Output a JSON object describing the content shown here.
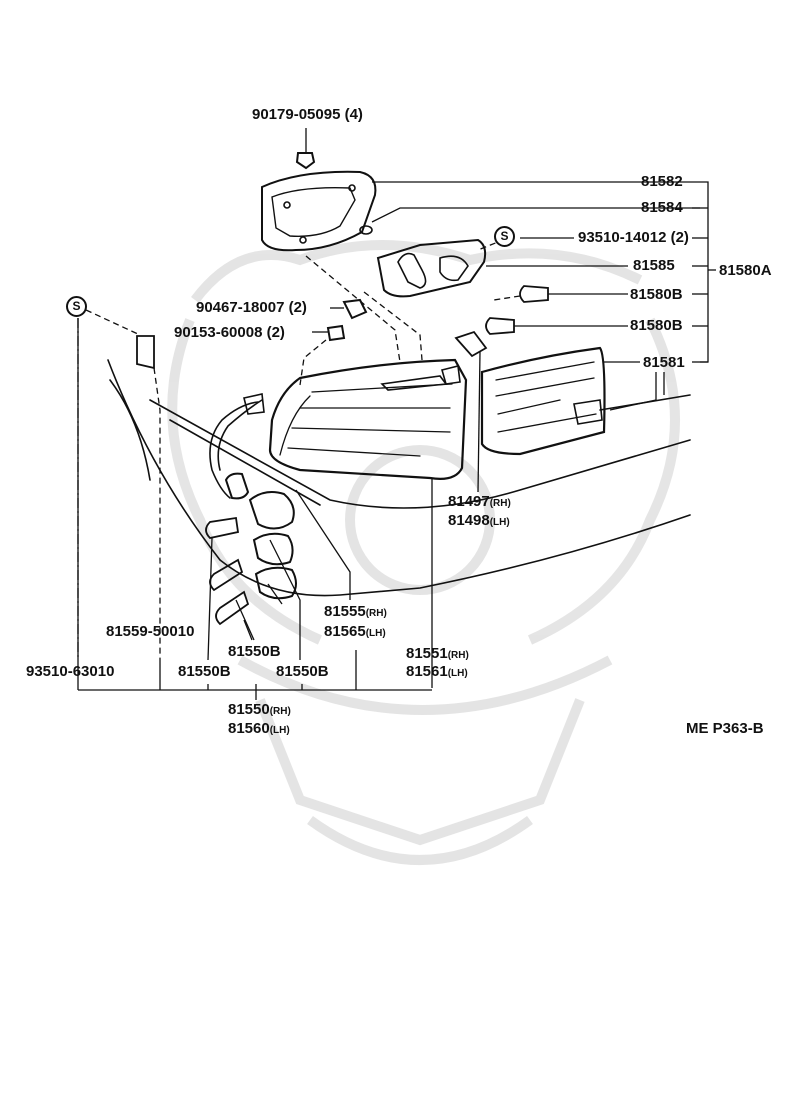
{
  "diagram": {
    "code": "ME P363-B",
    "labels": {
      "screw_top": "90179-05095 (4)",
      "p81582": "81582",
      "p81584": "81584",
      "screw_socket": "93510-14012 (2)",
      "p81585": "81585",
      "assy_81580A": "81580A",
      "bulb_81580B_1": "81580B",
      "bulb_81580B_2": "81580B",
      "p81581": "81581",
      "nut_90467": "90467-18007 (2)",
      "nut_90153": "90153-60008 (2)",
      "p81497": "81497",
      "p81497_sfx": "(RH)",
      "p81498": "81498",
      "p81498_sfx": "(LH)",
      "p81555": "81555",
      "p81555_sfx": "(RH)",
      "p81565": "81565",
      "p81565_sfx": "(LH)",
      "p81559": "81559-50010",
      "p81550B_a": "81550B",
      "p81550B_b": "81550B",
      "p81550B_c": "81550B",
      "p81551": "81551",
      "p81551_sfx": "(RH)",
      "p81561": "81561",
      "p81561_sfx": "(LH)",
      "screw_left": "93510-63010",
      "p81550": "81550",
      "p81550_sfx": "(RH)",
      "p81560": "81560",
      "p81560_sfx": "(LH)"
    },
    "s_marks": [
      "S",
      "S"
    ]
  }
}
